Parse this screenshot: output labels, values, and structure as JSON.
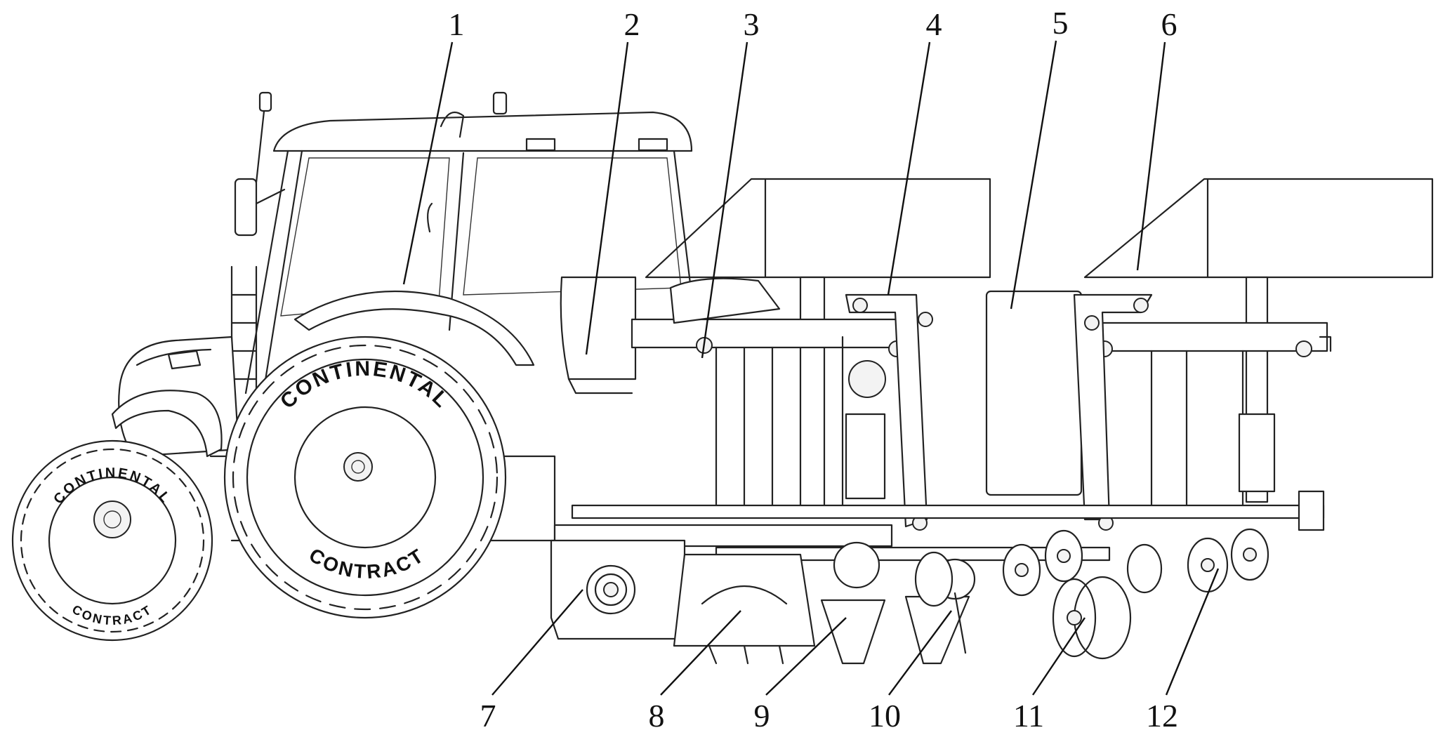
{
  "callouts": [
    {
      "label": "1"
    },
    {
      "label": "2"
    },
    {
      "label": "3"
    },
    {
      "label": "4"
    },
    {
      "label": "5"
    },
    {
      "label": "6"
    },
    {
      "label": "7"
    },
    {
      "label": "8"
    },
    {
      "label": "9"
    },
    {
      "label": "10"
    },
    {
      "label": "11"
    },
    {
      "label": "12"
    }
  ],
  "tire_markings": {
    "brand": "CONTINENTAL",
    "model": "CONTRACT"
  }
}
